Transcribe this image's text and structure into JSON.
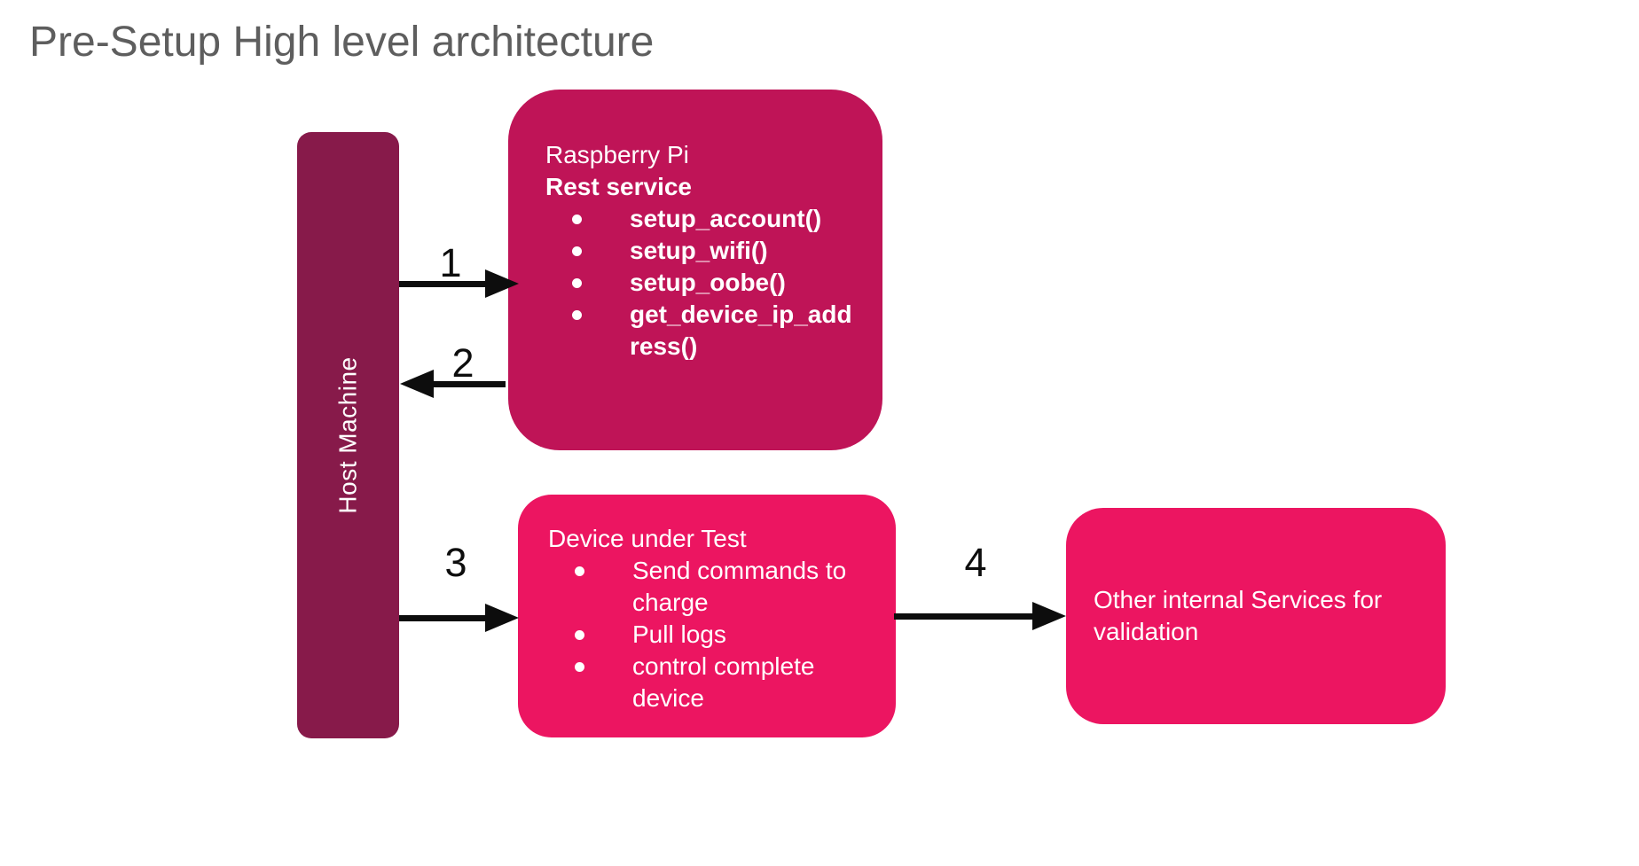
{
  "title": "Pre-Setup High level architecture",
  "colors": {
    "host": "#871A4A",
    "raspberry": "#BF1457",
    "pink": "#EC1561",
    "title_gray": "#5E5E5E",
    "arrow_black": "#0D0D0D",
    "text_white": "#FFFFFF"
  },
  "nodes": {
    "host": {
      "label": "Host Machine"
    },
    "raspberry": {
      "title": "Raspberry Pi",
      "subtitle": "Rest service",
      "bullets": [
        "setup_account()",
        "setup_wifi()",
        "setup_oobe()",
        "get_device_ip_address()"
      ]
    },
    "device": {
      "title": "Device under Test",
      "bullets": [
        "Send commands to charge",
        "Pull logs",
        "control complete device"
      ]
    },
    "services": {
      "label": "Other internal Services for validation"
    }
  },
  "arrows": [
    {
      "label": "1",
      "from": "Host Machine",
      "to": "Raspberry Pi Rest service",
      "direction": "right"
    },
    {
      "label": "2",
      "from": "Raspberry Pi Rest service",
      "to": "Host Machine",
      "direction": "left"
    },
    {
      "label": "3",
      "from": "Host Machine",
      "to": "Device under Test",
      "direction": "right"
    },
    {
      "label": "4",
      "from": "Device under Test",
      "to": "Other internal Services for validation",
      "direction": "right"
    }
  ]
}
